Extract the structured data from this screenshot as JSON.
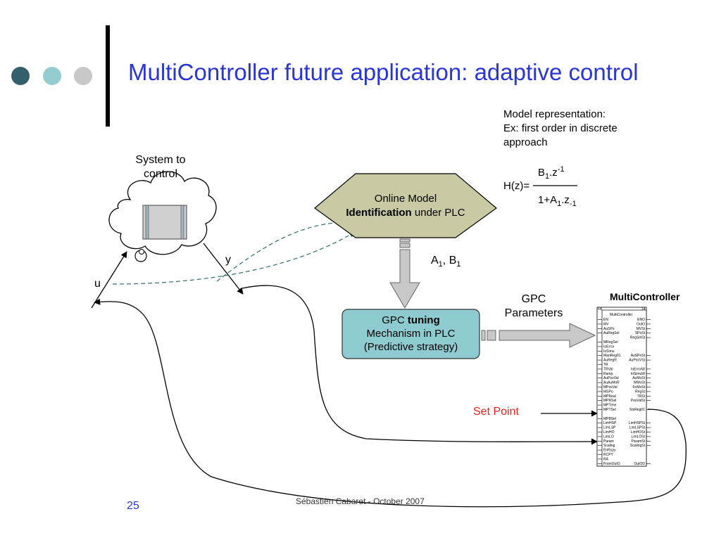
{
  "title": "MultiController future application: adaptive control",
  "system_label": [
    "System to",
    "control"
  ],
  "model": {
    "lines": [
      "Model representation:",
      "Ex: first order in discrete",
      "approach"
    ],
    "lhs": "H(z)=",
    "num_b": "B",
    "num_sub": "1",
    "num_z": ".z",
    "num_sup": "-1",
    "den_pre": "1+A",
    "den_sub": "1",
    "den_z": ".z",
    "den_sub2": "-1"
  },
  "identification": {
    "line1": "Online Model",
    "bold": "Identification",
    "rest": " under PLC"
  },
  "params_label": {
    "a": "A",
    "a_sub": "1",
    "sep": ", B",
    "b_sub": "1"
  },
  "tuning": {
    "pre": "GPC ",
    "bold": "tuning",
    "line2": "Mechanism in PLC",
    "line3": "(Predictive strategy)"
  },
  "gpc_parameters": [
    "GPC",
    "Parameters"
  ],
  "multicontroller_label": "MultiController",
  "set_point": "Set Point",
  "signal_y": "y",
  "signal_u": "u",
  "page_number": "25",
  "footer": "Sébastien Cabaret - October 2007",
  "fbd": {
    "header_left": "FB",
    "header_right": "14",
    "block_name": "MultiController",
    "inputs": [
      "EN",
      "MV",
      "AuSPo",
      "AuRegSel",
      "",
      "MRegSel",
      "IoError",
      "IoSimu",
      "ManReg01",
      "AuRegR",
      "TR",
      "TRVal",
      "Ramp",
      "AuPosVal",
      "AuAuMoR",
      "MPosVal",
      "MSPo",
      "MPReal",
      "MPRSel",
      "MPTime",
      "MPTSel",
      "",
      "MPBSel",
      "LimHSP",
      "LimLSP",
      "LimHO",
      "LimLO",
      "Param",
      "Scaling",
      "EnRcpy",
      "RCPY",
      "RA",
      "FromOutO"
    ],
    "outputs": [
      "ENO",
      "OutO",
      "MVSt",
      "SPoSt",
      "RegSelSt",
      "",
      "",
      "",
      "AuSPoSt",
      "AuPosVSt",
      "",
      "IoErrorW",
      "IoSimuW",
      "AuMoSt",
      "MMoSt",
      "FoMoSt",
      "RegSt",
      "TRSt",
      "PosValSt",
      "",
      "StsReg01",
      "",
      "",
      "LimHSPSt",
      "LimLSPSt",
      "LimHOSt",
      "LimLOSt",
      "ParamSt",
      "ScalingSt",
      "",
      "",
      "",
      "OutOD"
    ]
  },
  "colors": {
    "title": "#2a35d8",
    "dot_dark": "#33606a",
    "dot_mid": "#93cdd0",
    "dot_light": "#c8c8c8",
    "hexagon_fill": "#c9c9a3",
    "tuning_fill": "#8ecbd0",
    "set_point": "#e8221b"
  }
}
